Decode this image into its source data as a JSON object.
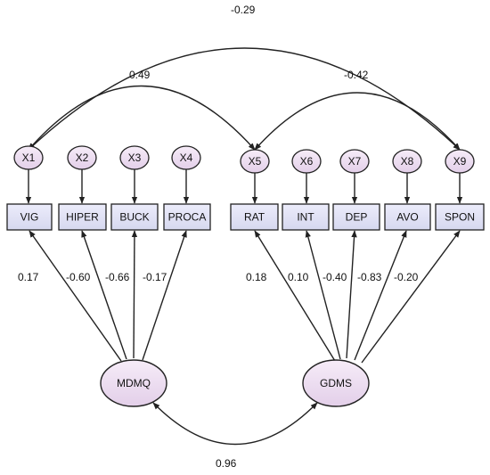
{
  "colors": {
    "node_fill_top": "#f6ecf8",
    "node_fill_bottom": "#e3cfe9",
    "box_fill_top": "#ececfb",
    "box_fill_bottom": "#d6d8ef",
    "stroke": "#222222"
  },
  "errors": [
    "X1",
    "X2",
    "X3",
    "X4",
    "X5",
    "X6",
    "X7",
    "X8",
    "X9"
  ],
  "indicators": [
    "VIG",
    "HIPER",
    "BUCK",
    "PROCA",
    "RAT",
    "INT",
    "DEP",
    "AVO",
    "SPON"
  ],
  "latents": [
    "MDMQ",
    "GDMS"
  ],
  "loadings": [
    "0.17",
    "-0.60",
    "-0.66",
    "-0.17",
    "0.18",
    "0.10",
    "-0.40",
    "-0.83",
    "-0.20"
  ],
  "covariances": {
    "x1_x9": "-0.29",
    "x1_x5": "0.49",
    "x5_x9": "-0.42",
    "mdmq_gdms": "0.96"
  }
}
